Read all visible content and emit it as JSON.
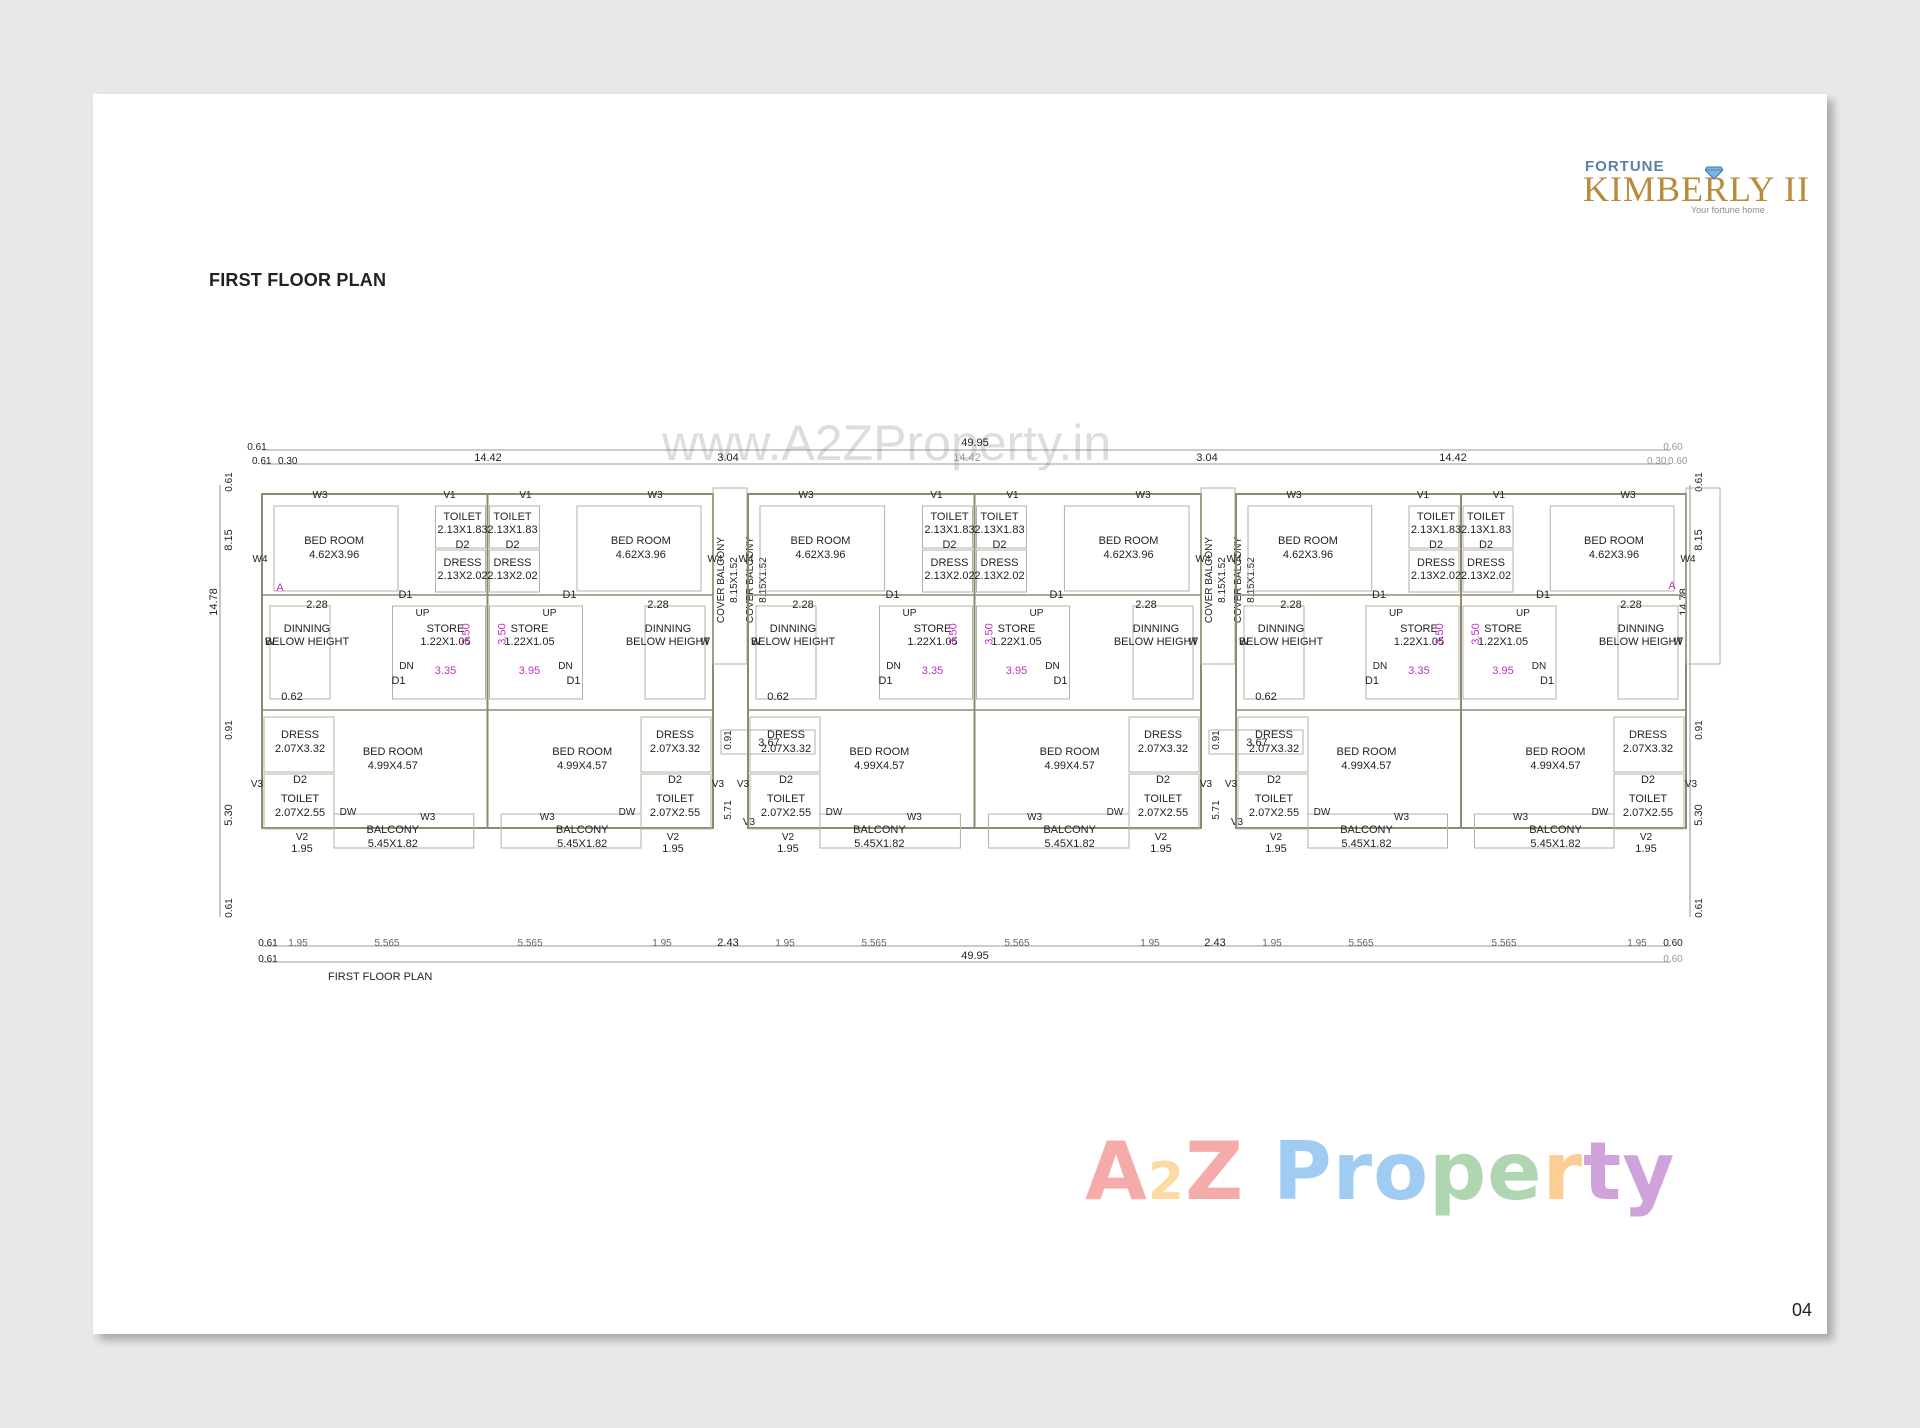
{
  "brand": {
    "line1": "FORTUNE",
    "line2": "KIMBERLY II",
    "tagline": "Your fortune home",
    "gold": "#b88a3a",
    "blue": "#5b7fa8"
  },
  "page": {
    "title": "FIRST FLOOR PLAN",
    "page_number": "04"
  },
  "watermarks": {
    "url": "www.A2ZProperty.in",
    "logo_a": "A",
    "logo_two": "2",
    "logo_z": "Z",
    "logo_rest": [
      "Pro",
      "pe",
      "r",
      "ty"
    ]
  },
  "plan": {
    "caption": "FIRST FLOOR PLAN",
    "dims": {
      "total": "49.95",
      "wing": "14.42",
      "gap": "3.04",
      "gap_bottom": "2.43",
      "left_top_a": "0.61",
      "left_top_b": "0.61",
      "left_top_c": "0.30",
      "right_top_a": "0.60",
      "right_top_b": "0.30",
      "right_top_c": "0.60",
      "depth_total": "14.78",
      "depth_front": "8.15",
      "depth_rear": "5.30",
      "depth_gap": "0.91",
      "edge_a": "0.61",
      "edge_b": "0.61",
      "bottom_seg": [
        "1.95",
        "5.565",
        "5.565",
        "1.95"
      ],
      "bottom_right_a": "0.60",
      "bottom_right_b": "0.60",
      "passage": "3.67",
      "passage_depth": "5.71",
      "small_a": "0.62",
      "small_b": "2.28"
    },
    "rooms": {
      "bed_front": "BED ROOM",
      "bed_front_size": "4.62X3.96",
      "toilet": "TOILET",
      "toilet_front_size": "2.13X1.83",
      "dress": "DRESS",
      "dress_front_size": "2.13X2.02",
      "dinning": "DINNING",
      "below_height": "BELOW HEIGHT",
      "store": "STORE",
      "store_size": "1.22X1.05",
      "bed_rear": "BED ROOM",
      "bed_rear_size": "4.99X4.57",
      "dress_rear_size": "2.07X3.32",
      "toilet_rear_size": "2.07X2.55",
      "balcony": "BALCONY",
      "balcony_size": "5.45X1.82",
      "cover_balcony": "COVER BALCONY",
      "cover_balcony_size": "8.15X1.52"
    },
    "labels": {
      "w3": "W3",
      "w4": "W4",
      "v1": "V1",
      "v2": "V2",
      "v3": "V3",
      "d1": "D1",
      "d2": "D2",
      "dw": "DW",
      "up": "UP",
      "dn": "DN",
      "w": "W",
      "a": "A",
      "stair_w": "3.50",
      "stair_l1": "3.35",
      "stair_l2": "3.95"
    }
  }
}
